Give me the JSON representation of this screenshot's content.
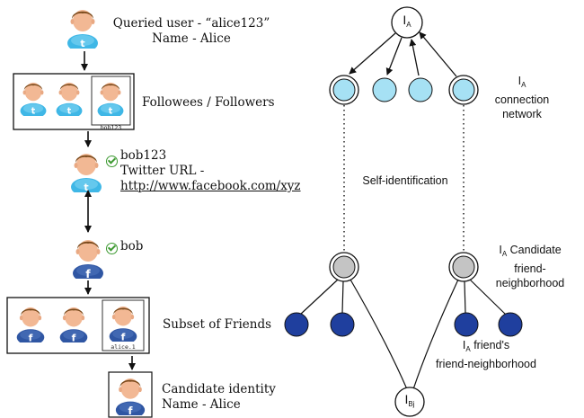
{
  "left": {
    "queried_user_line1": "Queried user - “alice123”",
    "queried_user_line2": "Name - Alice",
    "followees_label": "Followees / Followers",
    "followee_caption": "bob123",
    "bob123_line1": "bob123",
    "bob123_line2": "Twitter URL -",
    "bob123_url": "http://www.facebook.com/xyz",
    "bob_label": "bob",
    "subset_label": "Subset of Friends",
    "friend_caption": "alice.1",
    "candidate_line1": "Candidate identity",
    "candidate_line2": "Name - Alice"
  },
  "right": {
    "top_node_main": "I",
    "top_node_sub": "A",
    "connection_main": "I",
    "connection_sub": "A",
    "connection_line1": "connection",
    "connection_line2": "network",
    "self_identification": "Self-identification",
    "candidate_main": "I",
    "candidate_sub": "A",
    "candidate_line1": "Candidate",
    "candidate_line2": "friend-",
    "candidate_line3": "neighborhood",
    "friends_main": "I",
    "friends_sub": "A",
    "friends_line1": "friend's",
    "friends_line2": "friend-neighborhood",
    "bottom_node_main": "I",
    "bottom_node_sub": "Bj"
  },
  "colors": {
    "twitter_blue": "#3fb7e6",
    "facebook_blue": "#2f56a3",
    "light_node": "#a6e1f4",
    "gray_node": "#c4c4c4",
    "dark_node": "#1f3f9e",
    "check_green": "#3e9a32"
  }
}
